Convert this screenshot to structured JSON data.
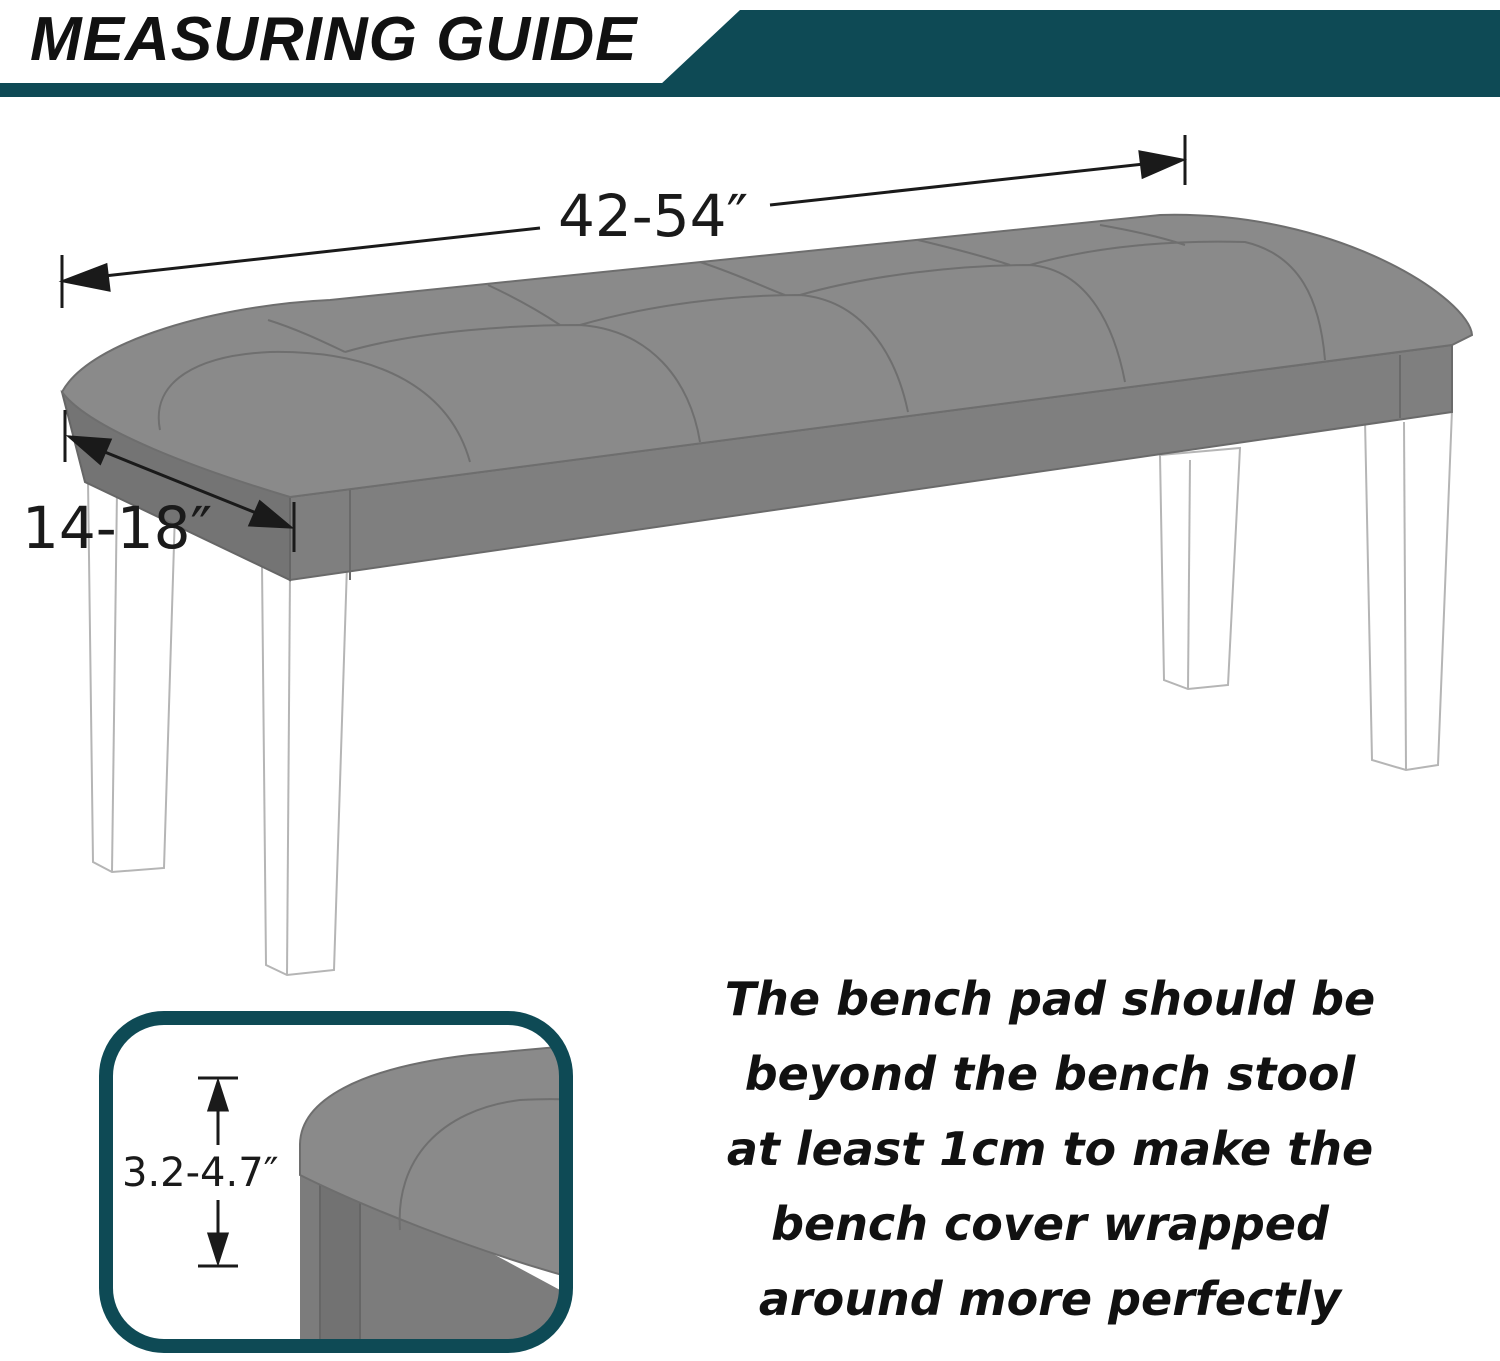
{
  "banner": {
    "title": "MEASURING GUIDE",
    "accent_color": "#0e4a55"
  },
  "dimensions": {
    "length": "42-54″",
    "depth": "14-18″",
    "height": "3.2-4.7″"
  },
  "note": {
    "lines": [
      "The bench pad should be",
      "beyond the bench stool",
      "at least 1cm to make the",
      "bench cover wrapped",
      "around more perfectly"
    ]
  },
  "colors": {
    "cushion": "#8a8a8a",
    "cushion_dark": "#7b7b7b",
    "leg_outline": "#b5b5b5",
    "inset_frame": "#0e4a55"
  }
}
